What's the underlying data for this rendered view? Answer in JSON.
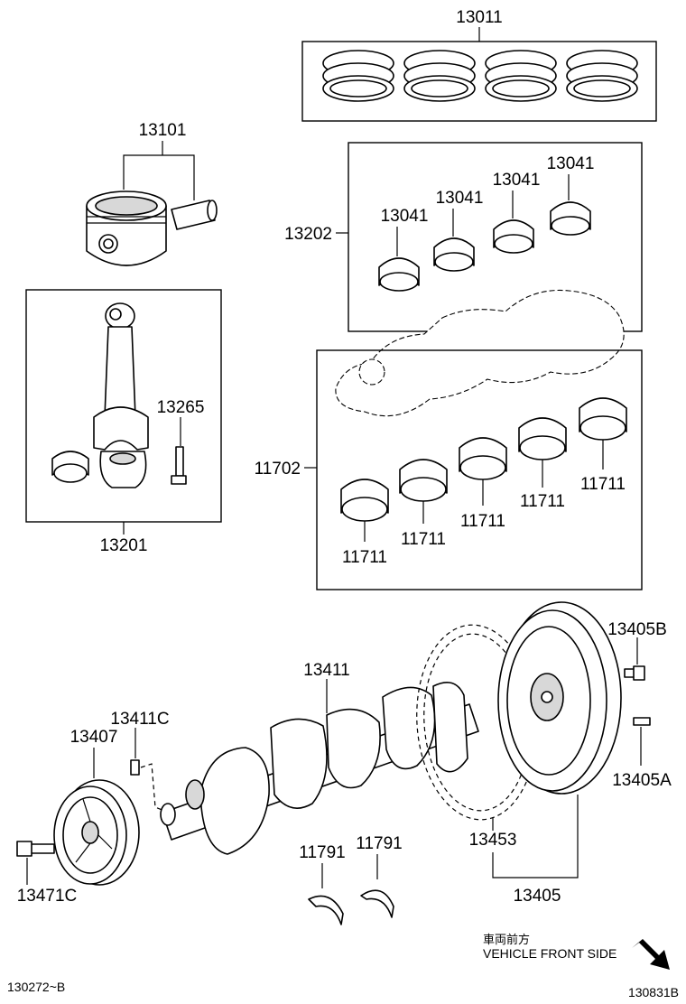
{
  "diagram": {
    "part_labels": {
      "piston_ring_set": "13011",
      "piston_sub_assy": "13101",
      "connecting_rod_bearing_set": "13202",
      "connecting_rod_bearing_a": "13041",
      "connecting_rod_bearing_b": "13041",
      "connecting_rod_bearing_c": "13041",
      "connecting_rod_bearing_d": "13041",
      "connecting_rod_bolt": "13265",
      "connecting_rod_sub_assy": "13201",
      "crankshaft_bearing_set": "11702",
      "crankshaft_bearing_1": "11711",
      "crankshaft_bearing_2": "11711",
      "crankshaft_bearing_3": "11711",
      "crankshaft_bearing_4": "11711",
      "crankshaft_bearing_5": "11711",
      "crankshaft": "13411",
      "crankshaft_pin": "13411C",
      "pulley": "13407",
      "pulley_bolt": "13471C",
      "thrust_washer_a": "11791",
      "thrust_washer_b": "11791",
      "ring_gear": "13453",
      "flywheel_sub_assy": "13405",
      "flywheel_bolt": "13405B",
      "flywheel_pin": "13405A"
    },
    "direction_label_jp": "車両前方",
    "direction_label_en": "VEHICLE FRONT SIDE",
    "ref_code_left": "130272~B",
    "ref_code_right": "130831B"
  }
}
